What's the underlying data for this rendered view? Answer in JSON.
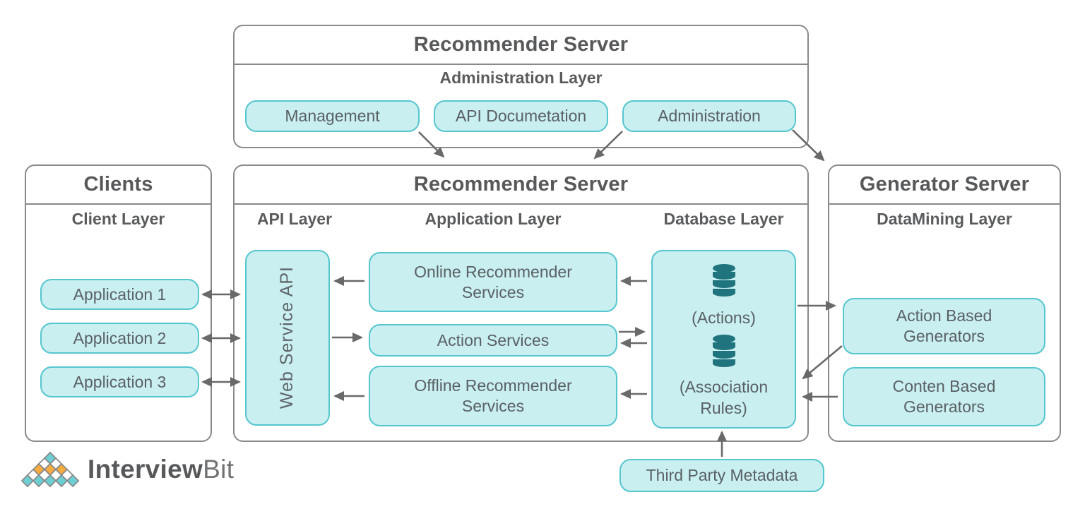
{
  "admin_server": {
    "title": "Recommender Server",
    "layer_label": "Administration Layer",
    "pills": [
      "Management",
      "API Documetation",
      "Administration"
    ]
  },
  "clients": {
    "title": "Clients",
    "layer_label": "Client Layer",
    "apps": [
      "Application 1",
      "Application 2",
      "Application 3"
    ]
  },
  "recommender": {
    "title": "Recommender Server",
    "layers": {
      "api": "API Layer",
      "application": "Application Layer",
      "database": "Database Layer"
    },
    "web_service_api": "Web Service API",
    "services": [
      "Online Recommender Services",
      "Action Services",
      "Offline Recommender Services"
    ],
    "database": {
      "actions_label": "(Actions)",
      "association_label": "(Association Rules)"
    }
  },
  "generator_server": {
    "title": "Generator Server",
    "layer_label": "DataMining Layer",
    "items": [
      "Action Based Generators",
      "Conten Based Generators"
    ]
  },
  "third_party": {
    "label": "Third Party Metadata"
  },
  "logo": {
    "brand_bold": "Interview",
    "brand_light": "Bit"
  },
  "colors": {
    "pill_fill": "#c9eff1",
    "pill_border": "#55c6ce",
    "box_border": "#8a8a8a",
    "arrow": "#696969",
    "text": "#58595b",
    "db_icon": "#20747e",
    "logo_teal": "#6ccfd4",
    "logo_orange": "#f6ab3e"
  },
  "connections": [
    {
      "from": "Management",
      "to": "Recommender Server (main)",
      "type": "directed"
    },
    {
      "from": "Administration",
      "to": "Recommender Server (main)",
      "type": "directed"
    },
    {
      "from": "Administration",
      "to": "Generator Server",
      "type": "directed"
    },
    {
      "from": "Application 1",
      "to": "Web Service API",
      "type": "bidirectional"
    },
    {
      "from": "Application 2",
      "to": "Web Service API",
      "type": "bidirectional"
    },
    {
      "from": "Application 3",
      "to": "Web Service API",
      "type": "bidirectional"
    },
    {
      "from": "Online Recommender Services",
      "to": "Web Service API",
      "type": "directed"
    },
    {
      "from": "Web Service API",
      "to": "Action Services",
      "type": "directed"
    },
    {
      "from": "Offline Recommender Services",
      "to": "Web Service API",
      "type": "directed"
    },
    {
      "from": "Database",
      "to": "Online Recommender Services",
      "type": "directed"
    },
    {
      "from": "Action Services",
      "to": "Database",
      "type": "directed"
    },
    {
      "from": "Database",
      "to": "Action Services",
      "type": "directed"
    },
    {
      "from": "Database",
      "to": "Offline Recommender Services",
      "type": "directed"
    },
    {
      "from": "Database",
      "to": "Action Based Generators",
      "type": "directed"
    },
    {
      "from": "Action Based Generators",
      "to": "Database",
      "type": "directed"
    },
    {
      "from": "Conten Based Generators",
      "to": "Database",
      "type": "directed"
    },
    {
      "from": "Third Party Metadata",
      "to": "Database",
      "type": "directed"
    }
  ]
}
